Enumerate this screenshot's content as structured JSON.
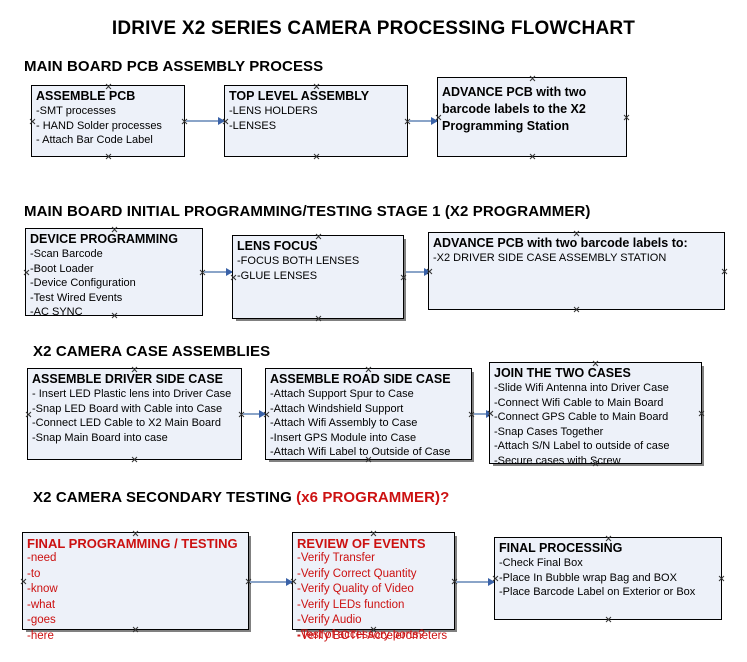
{
  "title": "IDRIVE X2  SERIES CAMERA PROCESSING FLOWCHART",
  "colors": {
    "box_fill": "#edf1f9",
    "box_border": "#000000",
    "accent_red": "#cc1111",
    "connector": "#8aa4c8",
    "arrowhead": "#3a62a8",
    "shadow": "#808080"
  },
  "sections": [
    {
      "heading": "MAIN BOARD PCB ASSEMBLY PROCESS",
      "heading_accent": "",
      "nodes": [
        {
          "title": "ASSEMBLE PCB",
          "lines": [
            "-SMT processes",
            "- HAND Solder processes",
            "- Attach Bar Code Label"
          ]
        },
        {
          "title": "TOP LEVEL ASSEMBLY",
          "lines": [
            "-LENS HOLDERS",
            "-LENSES"
          ]
        },
        {
          "title": "ADVANCE PCB with two barcode labels to the  X2 Programming Station",
          "lines": []
        }
      ]
    },
    {
      "heading": "MAIN BOARD INITIAL PROGRAMMING/TESTING STAGE 1 (X2 PROGRAMMER)",
      "heading_accent": "",
      "nodes": [
        {
          "title": "DEVICE PROGRAMMING",
          "lines": [
            "-Scan Barcode",
            "-Boot Loader",
            "-Device Configuration",
            "-Test Wired Events",
            "-AC SYNC"
          ]
        },
        {
          "title": "LENS FOCUS",
          "lines": [
            "-FOCUS BOTH LENSES",
            "-GLUE LENSES"
          ]
        },
        {
          "title": "ADVANCE PCB with two barcode labels to:",
          "lines": [
            "-X2 DRIVER  SIDE  CASE  ASSEMBLY STATION"
          ]
        }
      ]
    },
    {
      "heading": "X2 CAMERA CASE ASSEMBLIES",
      "heading_accent": "",
      "nodes": [
        {
          "title": "ASSEMBLE DRIVER SIDE CASE",
          "lines": [
            "- Insert LED Plastic lens into Driver Case",
            "-Snap LED Board with Cable into Case",
            "-Connect LED Cable to X2 Main Board",
            "-Snap Main Board into case"
          ]
        },
        {
          "title": "ASSEMBLE ROAD SIDE CASE",
          "lines": [
            "-Attach Support Spur to Case",
            "-Attach Windshield Support",
            "-Attach Wifi Assembly to Case",
            "-Insert GPS Module into Case",
            "-Attach Wifi Label to Outside of Case"
          ]
        },
        {
          "title": "JOIN THE TWO CASES",
          "lines": [
            "-Slide Wifi Antenna into Driver Case",
            "-Connect Wifi Cable to Main Board",
            "-Connect GPS Cable to Main Board",
            "-Snap Cases Together",
            "-Attach S/N Label to outside of case",
            "-Secure cases with Screw"
          ]
        }
      ]
    },
    {
      "heading": "X2 CAMERA SECONDARY TESTING ",
      "heading_accent": "(x6 PROGRAMMER)?",
      "nodes": [
        {
          "title": "FINAL PROGRAMMING / TESTING",
          "lines": [
            "-need",
            "-to",
            "-know",
            "-what",
            "-goes",
            "-here"
          ]
        },
        {
          "title": "REVIEW OF EVENTS",
          "lines": [
            "-Verify Transfer",
            "-Verify Correct Quantity",
            "-Verify Quality of Video",
            "-Verify LEDs function",
            "-Verify Audio",
            "-Verify BOTH Accelerometers"
          ],
          "overflow_line": "-Test of accessory ports?"
        },
        {
          "title": "FINAL PROCESSING",
          "lines": [
            "-Check Final Box",
            "-Place In Bubble wrap Bag and BOX",
            "-Place Barcode Label on Exterior or Box"
          ]
        }
      ]
    }
  ]
}
